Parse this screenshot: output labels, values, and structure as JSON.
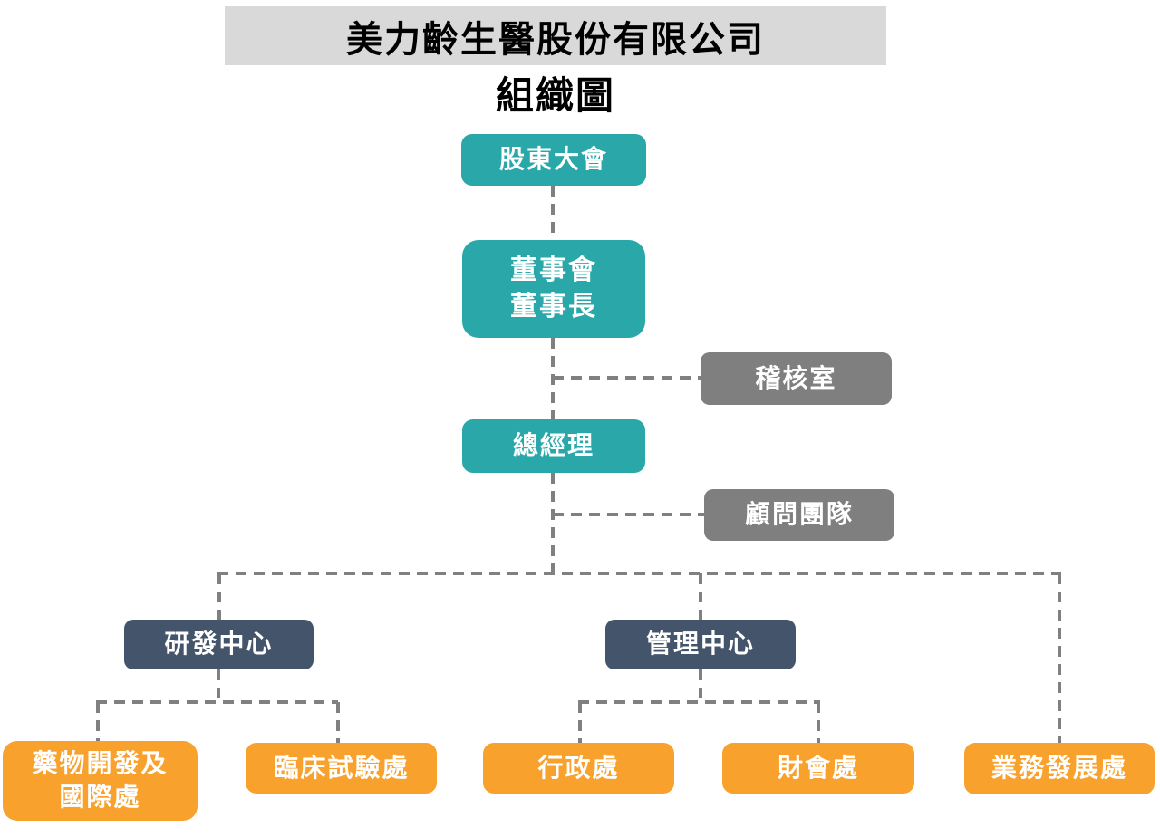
{
  "header": {
    "company": "美力齡生醫股份有限公司",
    "subtitle": "組織圖"
  },
  "colors": {
    "teal": "#29A7A9",
    "gray": "#7F7F7F",
    "navy": "#44546A",
    "orange": "#F8A12C",
    "banner_bg": "#D9D9D9",
    "connector": "#808080",
    "box_text": "#FFFFFF",
    "title_text": "#000000"
  },
  "nodes": {
    "shareholders": {
      "label": "股東大會"
    },
    "board": {
      "label": "董事會\n董事長"
    },
    "audit_office": {
      "label": "稽核室"
    },
    "general_manager": {
      "label": "總經理"
    },
    "advisor_team": {
      "label": "顧問團隊"
    },
    "rd_center": {
      "label": "研發中心"
    },
    "management_center": {
      "label": "管理中心"
    },
    "drug_dev_international": {
      "label": "藥物開發及\n國際處"
    },
    "clinical_trials": {
      "label": "臨床試驗處"
    },
    "administration": {
      "label": "行政處"
    },
    "finance_accounting": {
      "label": "財會處"
    },
    "business_development": {
      "label": "業務發展處"
    }
  },
  "hierarchy": [
    {
      "parent": "股東大會",
      "child": "董事會 董事長"
    },
    {
      "parent": "董事會 董事長",
      "child": "稽核室"
    },
    {
      "parent": "董事會 董事長",
      "child": "總經理"
    },
    {
      "parent": "總經理",
      "child": "顧問團隊"
    },
    {
      "parent": "總經理",
      "child": "研發中心"
    },
    {
      "parent": "總經理",
      "child": "管理中心"
    },
    {
      "parent": "總經理",
      "child": "業務發展處"
    },
    {
      "parent": "研發中心",
      "child": "藥物開發及國際處"
    },
    {
      "parent": "研發中心",
      "child": "臨床試驗處"
    },
    {
      "parent": "管理中心",
      "child": "行政處"
    },
    {
      "parent": "管理中心",
      "child": "財會處"
    }
  ]
}
